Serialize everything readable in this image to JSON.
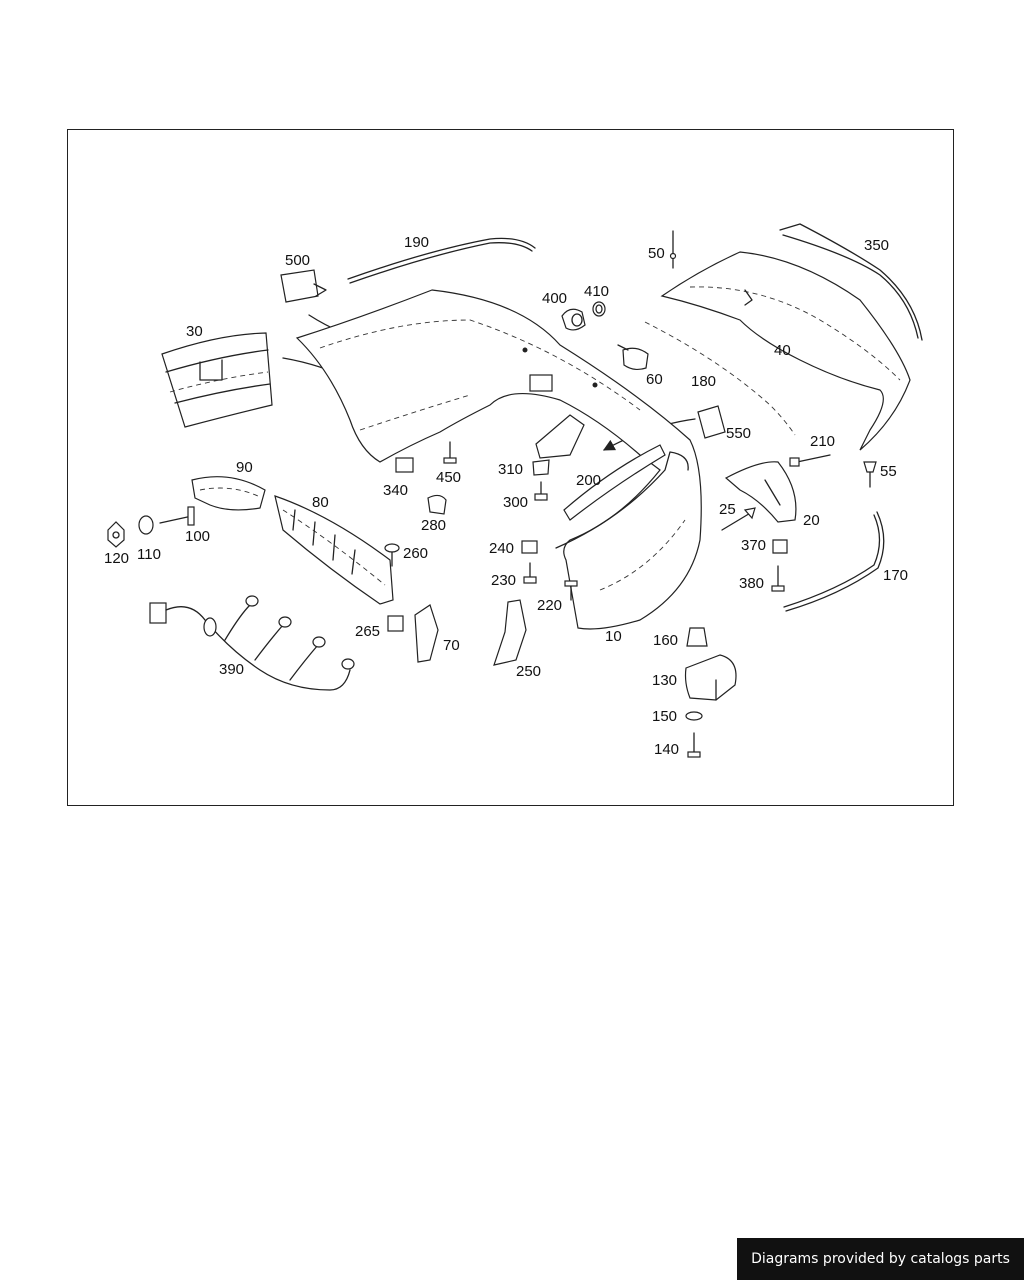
{
  "diagram": {
    "callouts": [
      "190",
      "500",
      "30",
      "350",
      "50",
      "410",
      "400",
      "40",
      "60",
      "180",
      "550",
      "210",
      "55",
      "90",
      "80",
      "340",
      "450",
      "310",
      "200",
      "300",
      "25",
      "20",
      "100",
      "120",
      "110",
      "260",
      "280",
      "240",
      "370",
      "230",
      "380",
      "220",
      "170",
      "265",
      "70",
      "10",
      "160",
      "250",
      "390",
      "130",
      "150",
      "140"
    ]
  },
  "footer": {
    "credit": "Diagrams provided by catalogs parts"
  }
}
